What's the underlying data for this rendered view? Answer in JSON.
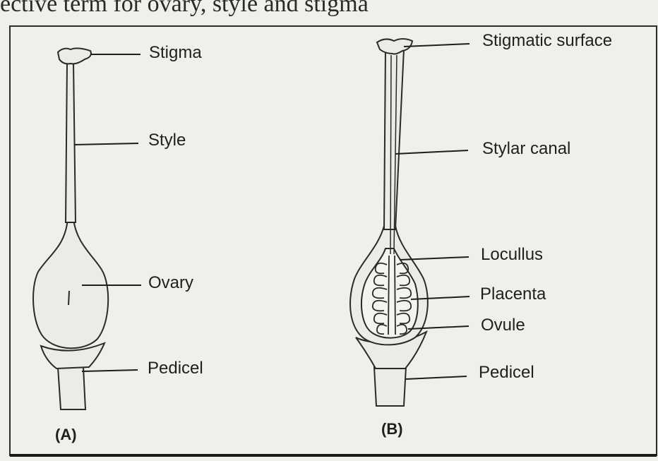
{
  "header_text": "ective term for ovary, style and stigma",
  "figure_a": {
    "caption": "(A)",
    "labels": {
      "stigma": "Stigma",
      "style": "Style",
      "ovary": "Ovary",
      "pedicel": "Pedicel"
    }
  },
  "figure_b": {
    "caption": "(B)",
    "labels": {
      "stigmatic_surface": "Stigmatic surface",
      "stylar_canal": "Stylar canal",
      "locullus": "Locullus",
      "placenta": "Placenta",
      "ovule": "Ovule",
      "pedicel": "Pedicel"
    }
  }
}
